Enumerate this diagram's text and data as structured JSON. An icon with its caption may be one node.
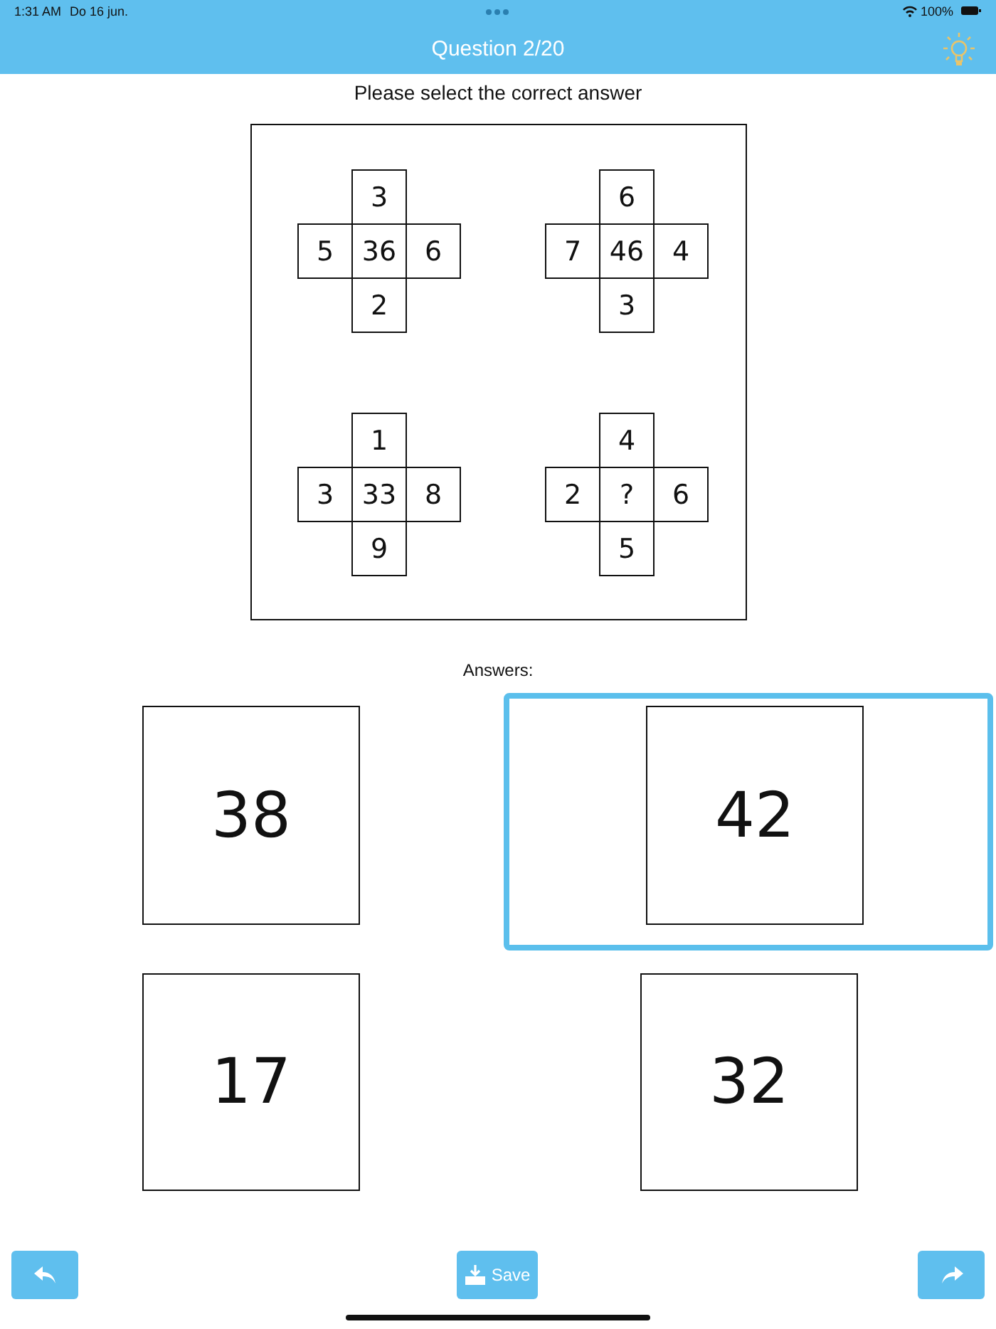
{
  "diagram": {
    "title": "Question 2/20",
    "nodes": [
      {
        "text": [],
        "shape": "box"
      },
      {
        "text": [
          "3"
        ],
        "in": 0
      },
      {
        "text": [
          "5"
        ],
        "in": 0
      },
      {
        "text": [
          "36"
        ],
        "in": 0
      },
      {
        "text": [
          "6"
        ],
        "in": 0
      },
      {
        "text": [
          "2"
        ],
        "in": 0
      },
      {
        "text": [
          "6"
        ],
        "in": 0
      },
      {
        "text": [
          "7"
        ],
        "in": 0
      },
      {
        "text": [
          "46"
        ],
        "in": 0
      },
      {
        "text": [
          "4"
        ],
        "in": 0
      },
      {
        "text": [
          "3"
        ],
        "in": 0
      },
      {
        "text": [
          "1"
        ],
        "in": 0
      },
      {
        "text": [
          "3"
        ],
        "in": 0
      },
      {
        "text": [
          "33"
        ],
        "in": 0
      },
      {
        "text": [
          "8"
        ],
        "in": 0
      },
      {
        "text": [
          "9"
        ],
        "in": 0
      },
      {
        "text": [
          "4"
        ],
        "in": 0
      },
      {
        "text": [
          "2"
        ],
        "in": 0
      },
      {
        "text": [
          "?"
        ],
        "in": 0
      },
      {
        "text": [
          "6"
        ],
        "in": 0
      },
      {
        "text": [
          "5"
        ],
        "in": 0
      },
      {
        "text": [
          "38"
        ]
      },
      {
        "text": [],
        "shape": "box"
      },
      {
        "text": [
          "42"
        ],
        "in": 22
      },
      {
        "text": [
          "17"
        ]
      },
      {
        "text": [
          "32"
        ]
      }
    ],
    "labels": [
      "1:31 AM",
      "Do 16 jun.",
      "100%",
      "Please select the correct answer",
      "Answers:",
      "Save"
    ]
  }
}
